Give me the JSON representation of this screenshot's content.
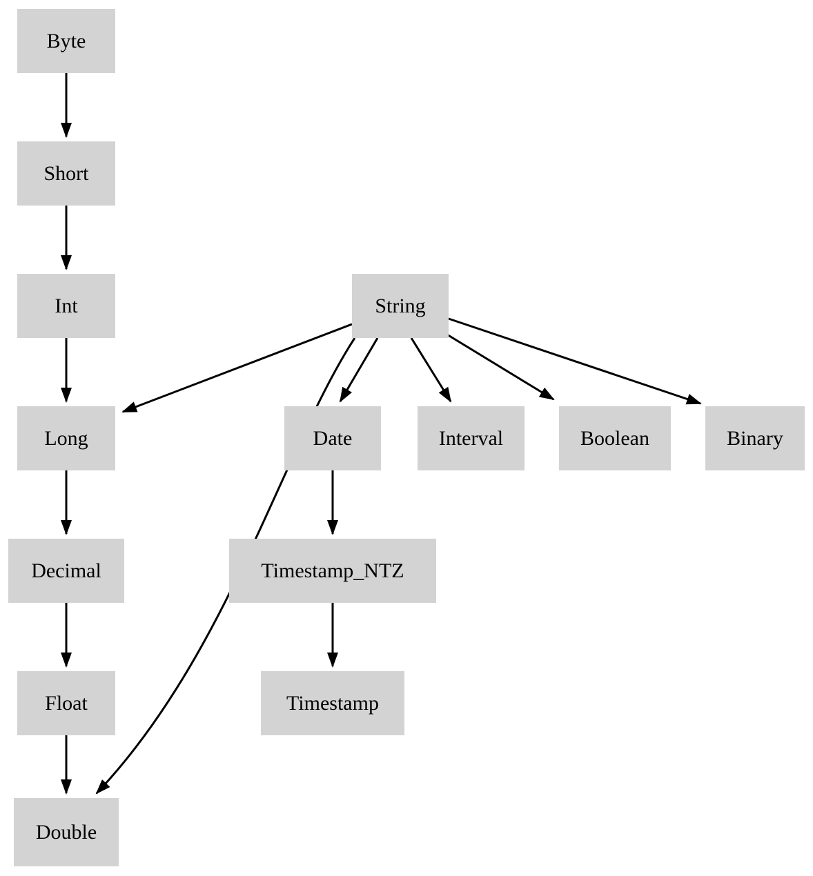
{
  "diagram": {
    "title": "type-promotion-diagram",
    "node_fill_color": "#d3d3d3",
    "edge_color": "#000000",
    "text_color": "#000000",
    "nodes": [
      {
        "id": "byte",
        "label": "Byte"
      },
      {
        "id": "short",
        "label": "Short"
      },
      {
        "id": "int",
        "label": "Int"
      },
      {
        "id": "string",
        "label": "String"
      },
      {
        "id": "long",
        "label": "Long"
      },
      {
        "id": "date",
        "label": "Date"
      },
      {
        "id": "interval",
        "label": "Interval"
      },
      {
        "id": "boolean",
        "label": "Boolean"
      },
      {
        "id": "binary",
        "label": "Binary"
      },
      {
        "id": "decimal",
        "label": "Decimal"
      },
      {
        "id": "timestamp_ntz",
        "label": "Timestamp_NTZ"
      },
      {
        "id": "float",
        "label": "Float"
      },
      {
        "id": "timestamp",
        "label": "Timestamp"
      },
      {
        "id": "double",
        "label": "Double"
      }
    ],
    "edges": [
      {
        "from": "byte",
        "to": "short"
      },
      {
        "from": "short",
        "to": "int"
      },
      {
        "from": "int",
        "to": "long"
      },
      {
        "from": "long",
        "to": "decimal"
      },
      {
        "from": "decimal",
        "to": "float"
      },
      {
        "from": "float",
        "to": "double"
      },
      {
        "from": "string",
        "to": "long"
      },
      {
        "from": "string",
        "to": "double"
      },
      {
        "from": "string",
        "to": "date"
      },
      {
        "from": "string",
        "to": "interval"
      },
      {
        "from": "string",
        "to": "boolean"
      },
      {
        "from": "string",
        "to": "binary"
      },
      {
        "from": "date",
        "to": "timestamp_ntz"
      },
      {
        "from": "timestamp_ntz",
        "to": "timestamp"
      }
    ]
  }
}
